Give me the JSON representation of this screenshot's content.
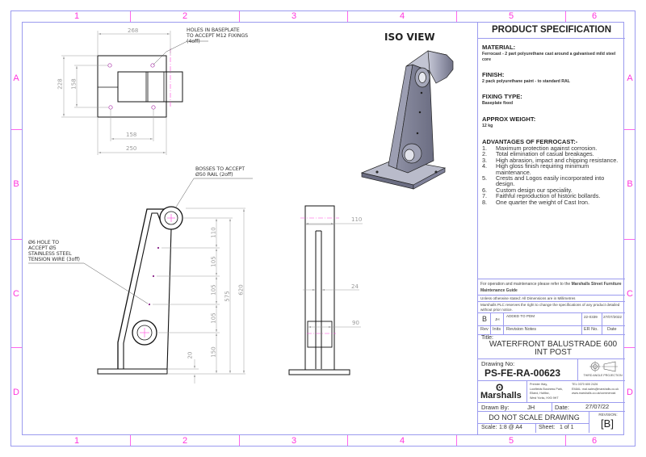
{
  "sheet": {
    "column_labels": [
      "1",
      "2",
      "3",
      "4",
      "5",
      "6"
    ],
    "row_labels": [
      "A",
      "B",
      "C",
      "D"
    ],
    "zone_color": "#ff33dd",
    "frame_color": "#9b9bef"
  },
  "views": {
    "top_view": {
      "note": "HOLES IN BASEPLATE\nTO ACCEPT M12 FIXINGS\n(4off)",
      "dims": {
        "overall_width": "268",
        "overall_depth": "228",
        "hole_depth_spacing": "158",
        "hole_width_spacing": "158",
        "plate_width": "250"
      }
    },
    "front_view": {
      "note_bosses": "BOSSES TO ACCEPT\nØ50 RAIL (2off)",
      "note_holes": "Ø6 HOLE TO\nACCEPT Ø5\nSTAINLESS STEEL\nTENSION WIRE (3off)",
      "dims": {
        "d1": "110",
        "d2": "105",
        "d3": "105",
        "d4": "105",
        "d5": "150",
        "base": "20",
        "h575": "575",
        "h620": "620"
      }
    },
    "side_view": {
      "dims": {
        "top_width": "110",
        "gap": "24",
        "boss_width": "90"
      }
    },
    "iso_view": {
      "title": "ISO VIEW"
    }
  },
  "spec": {
    "title": "PRODUCT SPECIFICATION",
    "material_heading": "MATERIAL:",
    "material_text": "Ferrocast - 2 part polyurethane cast around a galvanised mild steel core",
    "finish_heading": "FINISH:",
    "finish_text": "2 pack polyurethane paint - to standard RAL",
    "fixing_heading": "FIXING TYPE:",
    "fixing_text": "Baseplate fixed",
    "weight_heading": "APPROX WEIGHT:",
    "weight_text": "12 kg",
    "advantages_heading": "ADVANTAGES OF FERROCAST:-",
    "advantages": [
      {
        "num": "1.",
        "text": "Maximum protection against corrosion."
      },
      {
        "num": "2.",
        "text": "Total elimination of casual breakages."
      },
      {
        "num": "3.",
        "text": "High abrasion, impact and chipping resistance."
      },
      {
        "num": "4.",
        "text": "High gloss finish requiring minimum maintenance."
      },
      {
        "num": "5.",
        "text": "Crests and Logos easily incorporated into design."
      },
      {
        "num": "6.",
        "text": "Custom design our speciality."
      },
      {
        "num": "7.",
        "text": "Faithful reproduction of historic bollards."
      },
      {
        "num": "8.",
        "text": "One quarter the weight of Cast Iron."
      }
    ]
  },
  "title_block": {
    "maintenance_text_a": "For operation and maintenance please refer to the ",
    "maintenance_text_b": "Marshalls Street Furniture Maintenance Guide",
    "units_note": "Unless otherwise stated: All Dimensions are in Millimetres",
    "rights_note": "Marshalls PLC reserves the right to change the specifications of any product detailed without prior notice.",
    "revision_row": {
      "rev": "B",
      "inits": "JH",
      "notes": "ADDED TO PDM",
      "er_no": "22-0339",
      "date": "27/07/2022"
    },
    "revision_headers": {
      "rev": "Rev",
      "inits": "Inits",
      "notes": "Revision Notes",
      "er_no": "ER No.",
      "date": "Date"
    },
    "title_label": "Title:",
    "title_value": "WATERFRONT BALUSTRADE 600 INT POST",
    "drawing_no_label": "Drawing No:",
    "drawing_no": "PS-FE-RA-00623",
    "projection_label": "THIRD ANGLE PROJECTION",
    "company": "Marshalls",
    "address": [
      "Premier Way,",
      "Lowfields Business Park,",
      "Elland, Halifax,",
      "West Yorks, HX5 9HT"
    ],
    "contact": [
      "TEL 0370 600 2426",
      "EMAIL: mal.sales@marshalls.co.uk",
      "www.marshalls.co.uk/commercial"
    ],
    "drawn_by_label": "Drawn By:",
    "drawn_by": "JH",
    "date_label": "Date:",
    "date": "27/07/22",
    "scale_warning": "DO NOT SCALE DRAWING",
    "scale_label": "Scale:",
    "scale": "1:8 @ A4",
    "sheet_label": "Sheet:",
    "sheet": "1 of 1",
    "revision_label": "REVISION:",
    "revision": "[B]"
  }
}
